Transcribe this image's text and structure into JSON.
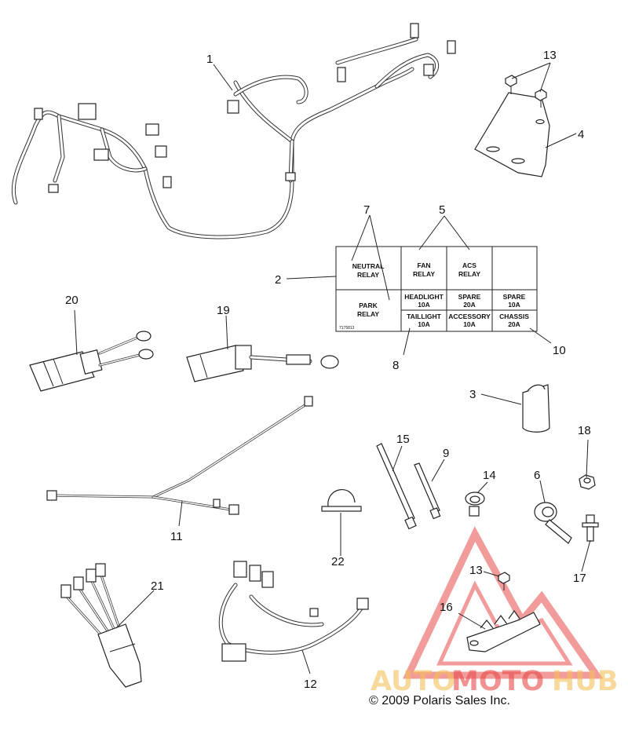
{
  "callouts": [
    {
      "id": "1",
      "label": "1"
    },
    {
      "id": "2",
      "label": "2"
    },
    {
      "id": "3",
      "label": "3"
    },
    {
      "id": "4",
      "label": "4"
    },
    {
      "id": "5",
      "label": "5"
    },
    {
      "id": "6",
      "label": "6"
    },
    {
      "id": "7",
      "label": "7"
    },
    {
      "id": "8",
      "label": "8"
    },
    {
      "id": "9",
      "label": "9"
    },
    {
      "id": "10",
      "label": "10"
    },
    {
      "id": "11",
      "label": "11"
    },
    {
      "id": "12",
      "label": "12"
    },
    {
      "id": "13a",
      "label": "13"
    },
    {
      "id": "13b",
      "label": "13"
    },
    {
      "id": "14",
      "label": "14"
    },
    {
      "id": "15",
      "label": "15"
    },
    {
      "id": "16",
      "label": "16"
    },
    {
      "id": "17",
      "label": "17"
    },
    {
      "id": "18",
      "label": "18"
    },
    {
      "id": "19",
      "label": "19"
    },
    {
      "id": "20",
      "label": "20"
    },
    {
      "id": "21",
      "label": "21"
    },
    {
      "id": "22",
      "label": "22"
    }
  ],
  "decal": {
    "neutral_relay_1": "NEUTRAL",
    "neutral_relay_2": "RELAY",
    "fan_relay_1": "FAN",
    "fan_relay_2": "RELAY",
    "acs_relay_1": "ACS",
    "acs_relay_2": "RELAY",
    "park_relay_1": "PARK",
    "park_relay_2": "RELAY",
    "headlight_1": "HEADLIGHT",
    "headlight_2": "10A",
    "spare_mid_1": "SPARE",
    "spare_mid_2": "20A",
    "spare_right_1": "SPARE",
    "spare_right_2": "10A",
    "taillight_1": "TAILLIGHT",
    "taillight_2": "10A",
    "accessory_1": "ACCESSORY",
    "accessory_2": "10A",
    "chassis_1": "CHASSIS",
    "chassis_2": "20A",
    "part_number": "7175813"
  },
  "watermark": {
    "part1": "AUTO",
    "part2": "MOTO",
    "part3": "HUB",
    "color_primary": "#e84a4a",
    "color_secondary": "#f2c15a"
  },
  "copyright": "© 2009 Polaris Sales Inc."
}
